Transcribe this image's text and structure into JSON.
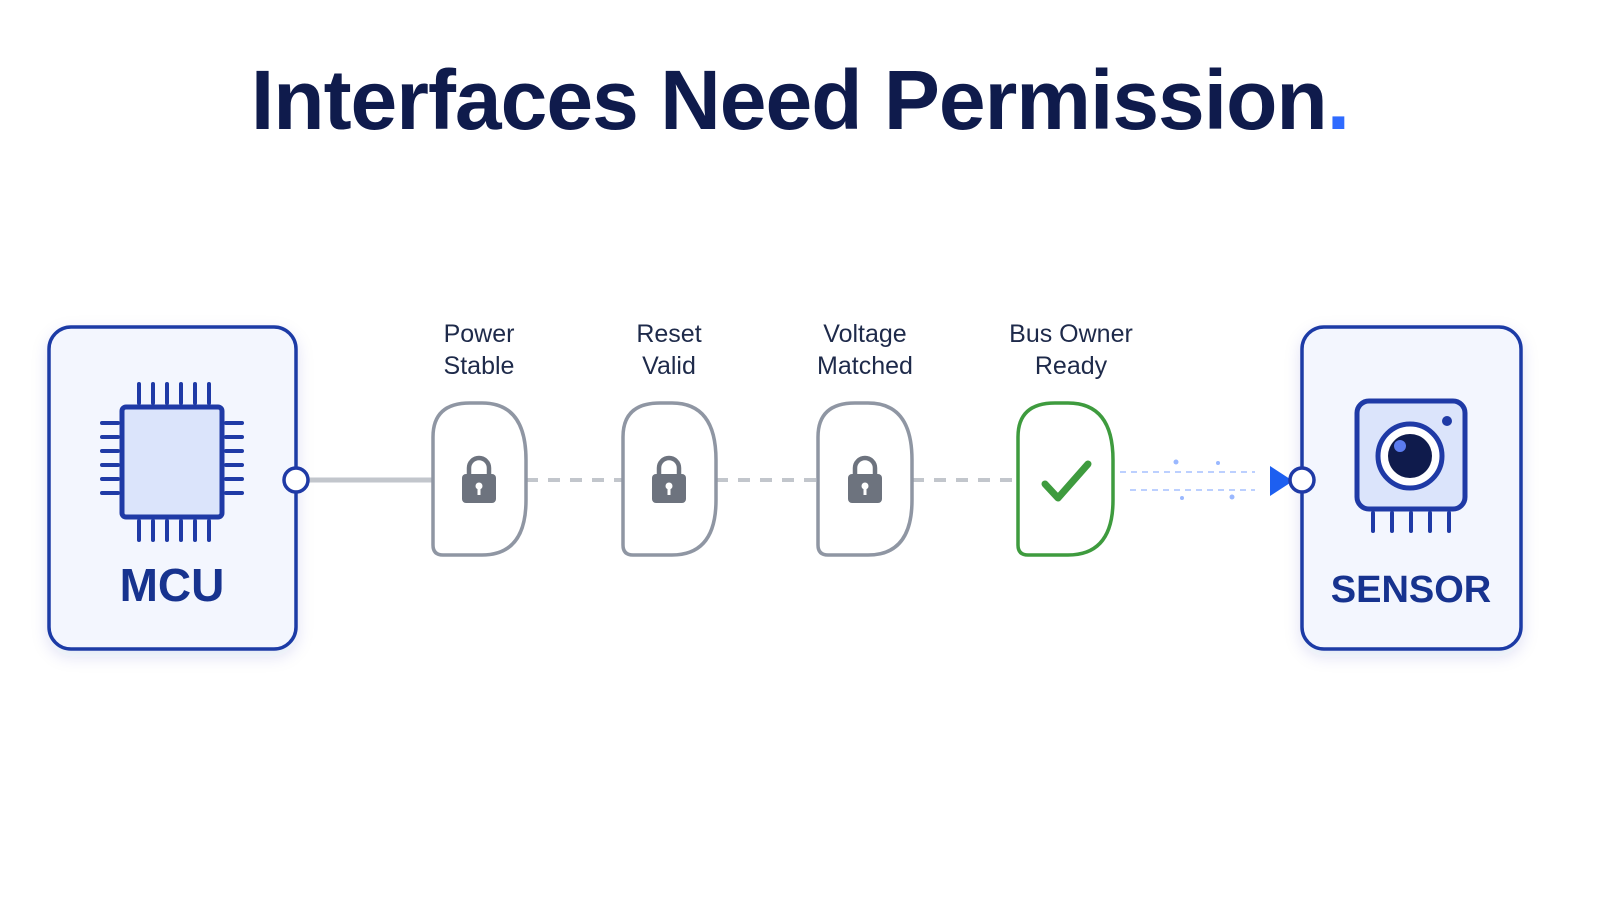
{
  "title": {
    "text": "Interfaces Need Permission",
    "accent": "."
  },
  "mcu": {
    "label": "MCU",
    "icon": "chip-icon"
  },
  "sensor": {
    "label": "SENSOR",
    "icon": "camera-sensor-icon"
  },
  "gates": [
    {
      "line1": "Power",
      "line2": "Stable",
      "state": "locked",
      "icon": "lock-icon"
    },
    {
      "line1": "Reset",
      "line2": "Valid",
      "state": "locked",
      "icon": "lock-icon"
    },
    {
      "line1": "Voltage",
      "line2": "Matched",
      "state": "locked",
      "icon": "lock-icon"
    },
    {
      "line1": "Bus Owner",
      "line2": "Ready",
      "state": "open",
      "icon": "check-icon"
    }
  ],
  "colors": {
    "title": "#0f1b4c",
    "accent": "#2f6bff",
    "box_border": "#1f3aa6",
    "box_fill": "#f3f6fe",
    "locked": "#8f96a3",
    "open": "#3e9b3e",
    "signal": "#2563eb"
  }
}
